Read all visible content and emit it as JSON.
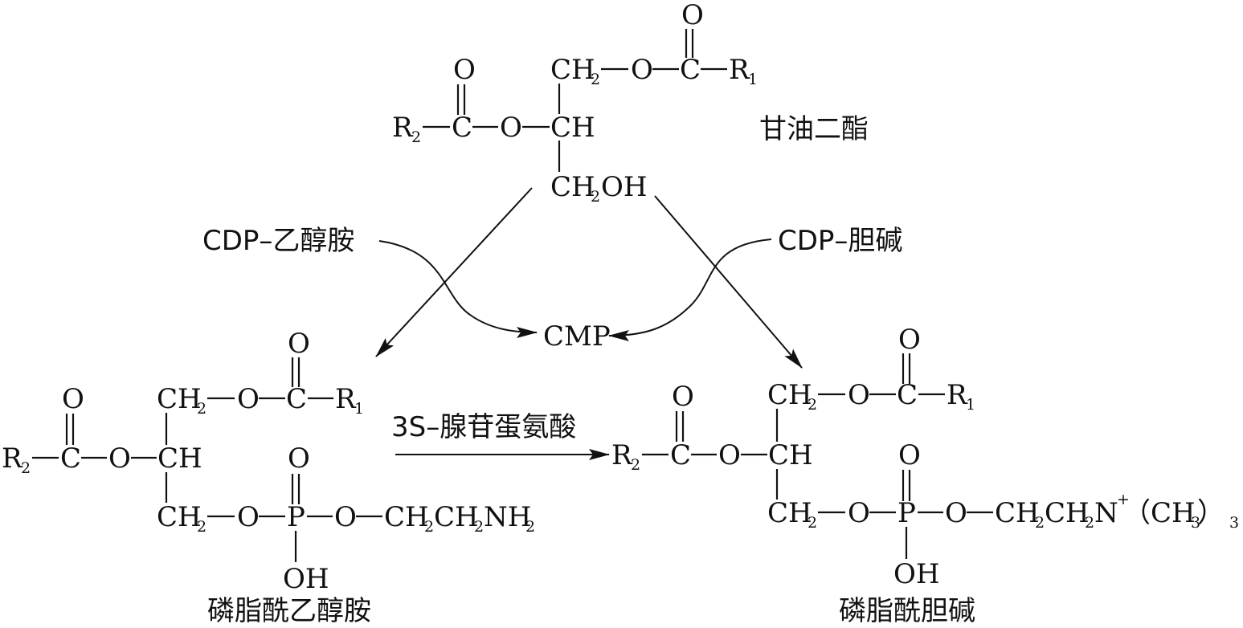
{
  "compounds": {
    "diglyceride": {
      "name": "甘油二酯",
      "atoms": {
        "o_top": "O",
        "ch2": "CH",
        "sub2": "2",
        "o_ester": "O",
        "c_ester": "C",
        "r1": "R",
        "sub1": "1",
        "o_left": "O",
        "r2": "R",
        "sub_r2": "2",
        "c_left": "C",
        "o_mid": "O",
        "ch": "CH",
        "ch2oh_ch": "CH",
        "ch2oh_sub": "2",
        "ch2oh_oh": "OH"
      }
    },
    "pe": {
      "name": "磷脂酰乙醇胺",
      "atoms": {
        "o_top": "O",
        "ch2": "CH",
        "sub2": "2",
        "o1": "O",
        "c1": "C",
        "r1": "R",
        "sub1": "1",
        "o_left": "O",
        "r2": "R",
        "sub_r2": "2",
        "c_left": "C",
        "o_mid": "O",
        "ch": "CH",
        "o_p": "O",
        "ch2b": "CH",
        "sub2b": "2",
        "o2": "O",
        "p": "P",
        "o3": "O",
        "tail_ch": "CH",
        "tail_sub1": "2",
        "tail_ch2": "CH",
        "tail_sub2": "2",
        "tail_nh": "NH",
        "tail_sub3": "2",
        "oh": "OH"
      }
    },
    "pc": {
      "name": "磷脂酰胆碱",
      "atoms": {
        "o_top": "O",
        "ch2": "CH",
        "sub2": "2",
        "o1": "O",
        "c1": "C",
        "r1": "R",
        "sub1": "1",
        "o_left": "O",
        "r2": "R",
        "sub_r2": "2",
        "c_left": "C",
        "o_mid": "O",
        "ch": "CH",
        "o_p": "O",
        "ch2b": "CH",
        "sub2b": "2",
        "o2": "O",
        "p": "P",
        "o3": "O",
        "tail_ch": "CH",
        "tail_sub1": "2",
        "tail_ch2": "CH",
        "tail_sub2": "2",
        "tail_n": "N",
        "tail_plus": "+",
        "tail_paren_open": "（",
        "tail_ch3": "CH",
        "tail_sub3": "3",
        "tail_paren_close": "）",
        "tail_sub4": "3",
        "oh": "OH"
      }
    }
  },
  "reagents": {
    "cdp_ethanolamine": "CDP–乙醇胺",
    "cdp_choline": "CDP–胆碱",
    "cmp": "CMP",
    "sam": "3S–腺苷蛋氨酸"
  }
}
